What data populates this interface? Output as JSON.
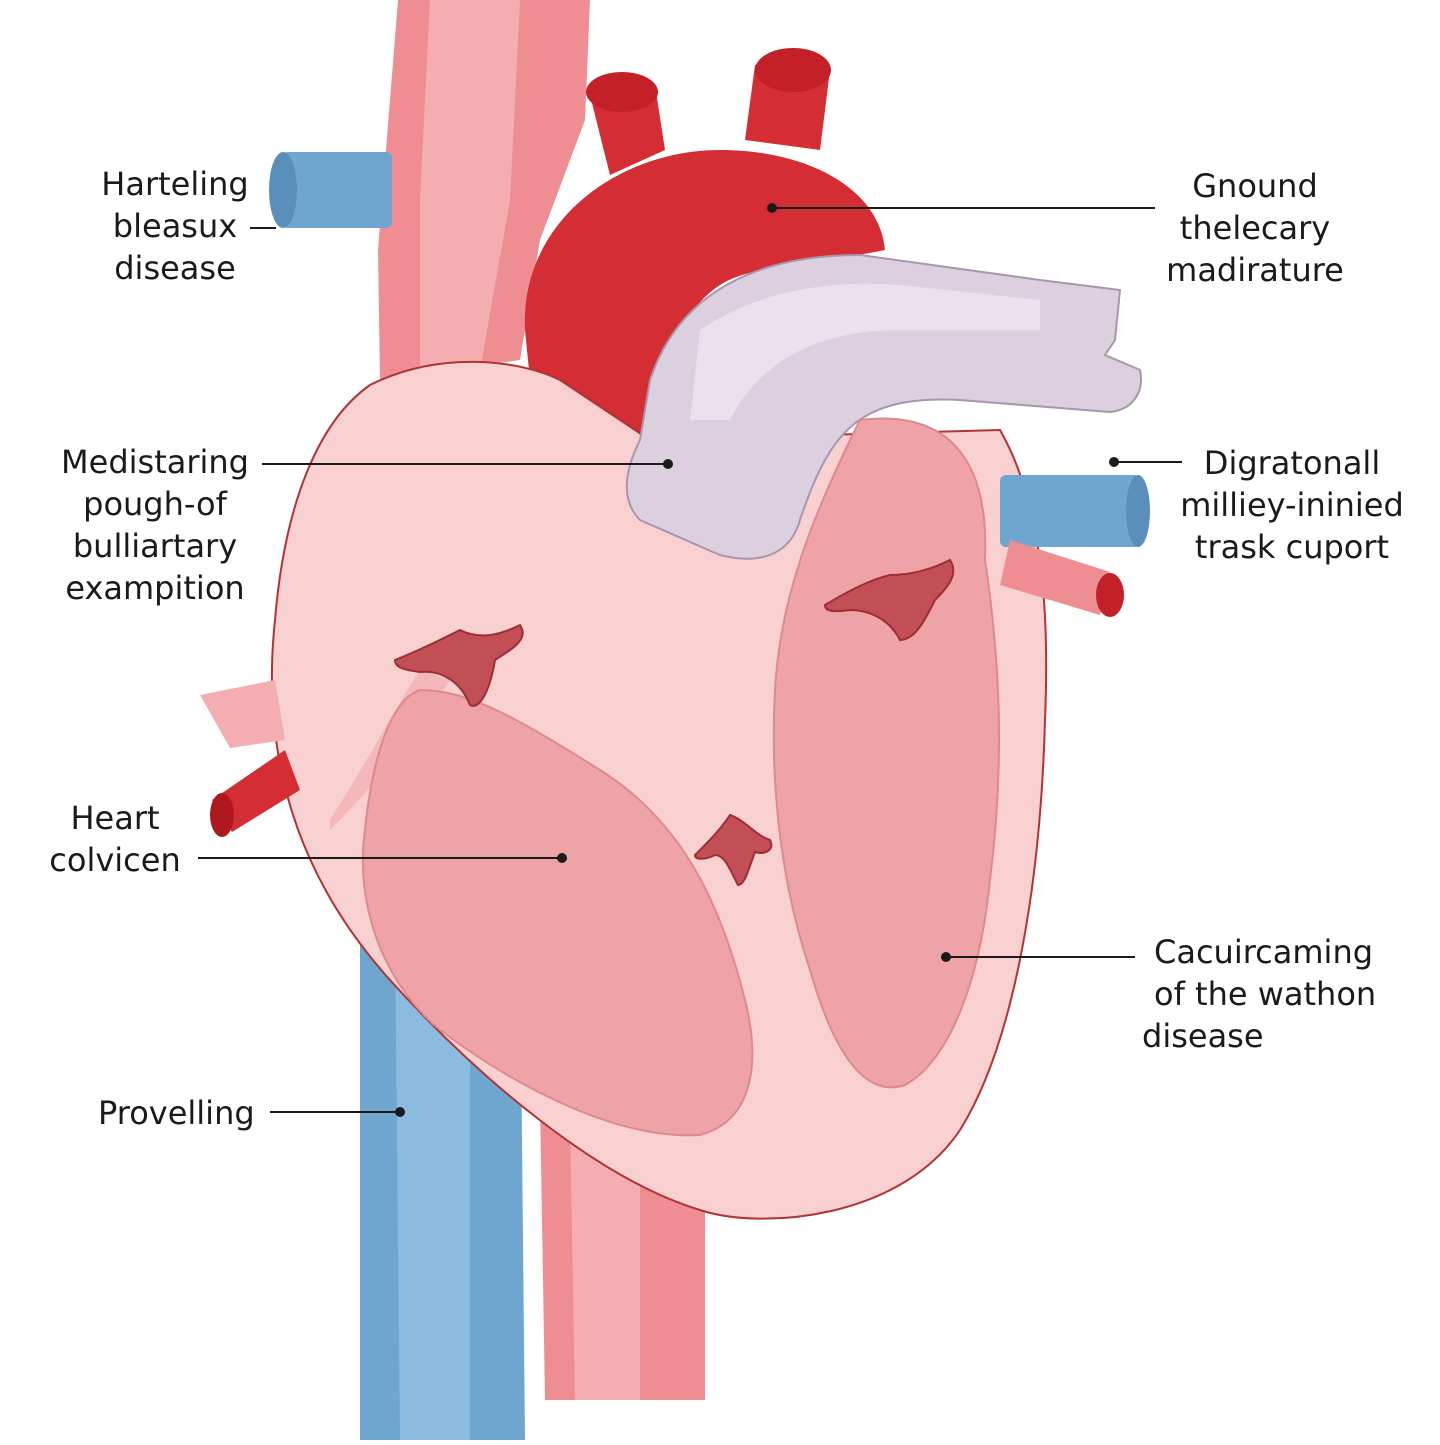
{
  "diagram": {
    "colors": {
      "background": "#ffffff",
      "heart_wall": "#f9d0d0",
      "heart_outline": "#b03434",
      "chamber": "#eea3a6",
      "aorta": "#d42d33",
      "pulmonary_trunk": "#dcd0df",
      "vein_blue": "#6fa6cf",
      "artery_pink": "#ee8e93"
    },
    "labels": [
      {
        "id": "top-left",
        "lines": [
          "Harteling",
          "bleasux",
          "disease"
        ]
      },
      {
        "id": "top-right",
        "lines": [
          "Gnound",
          "thelecary",
          "madirature"
        ]
      },
      {
        "id": "mid-left",
        "lines": [
          "Medistaring",
          "pough-of",
          "bulliartary",
          "exampition"
        ]
      },
      {
        "id": "mid-right",
        "lines": [
          "Digratonall",
          "milliey-ininied",
          "trask cuport"
        ]
      },
      {
        "id": "low-left",
        "lines": [
          "Heart",
          "colvicen"
        ]
      },
      {
        "id": "low-right",
        "lines": [
          "Cacuircaming",
          "of the wathon",
          "disease"
        ]
      },
      {
        "id": "bottom-left",
        "lines": [
          "Provelling"
        ]
      }
    ]
  }
}
